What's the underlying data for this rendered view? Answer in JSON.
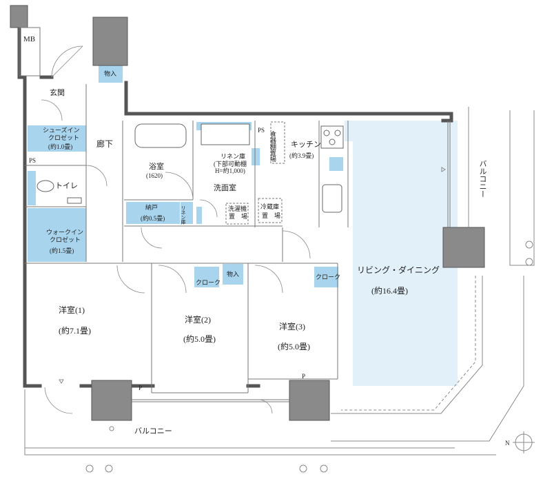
{
  "rooms": {
    "mb": "MB",
    "entrance": "玄関",
    "storage_top": "物入",
    "corridor": "廊下",
    "shoe_closet_1": "シューズイン",
    "shoe_closet_2": "クロゼット",
    "shoe_closet_size": "(約1.0畳)",
    "ps_left": "PS",
    "toilet": "トイレ",
    "walkin_1": "ウォークイン",
    "walkin_2": "クロゼット",
    "walkin_size": "(約1.5畳)",
    "bath": "浴室",
    "bath_size": "(1620)",
    "linen_1": "リネン庫",
    "linen_2": "(下部可動棚",
    "linen_3": "H=約1,000)",
    "washroom": "洗面室",
    "ps_center": "PS",
    "dish_storage": "食器棚置場",
    "kitchen": "キッチン",
    "kitchen_size": "(約3.9畳)",
    "nando": "納戸",
    "nando_size": "(約0.5畳)",
    "linen_small": "リネン庫",
    "washer_1": "洗濯機",
    "washer_2": "置　場",
    "fridge_1": "冷蔵庫",
    "fridge_2": "置　場",
    "western1": "洋室(1)",
    "western1_size": "(約7.1畳)",
    "western2": "洋室(2)",
    "western2_size": "(約5.0畳)",
    "western3": "洋室(3)",
    "western3_size": "(約5.0畳)",
    "cloak_2": "クローク",
    "cloak_3": "クローク",
    "storage_mid": "物入",
    "living": "リビング・ダイニング",
    "living_size": "(約16.4畳)",
    "balcony_right": "バルコニー",
    "balcony_bottom": "バルコニー",
    "p_left": "P",
    "p_right": "P",
    "north": "N"
  }
}
